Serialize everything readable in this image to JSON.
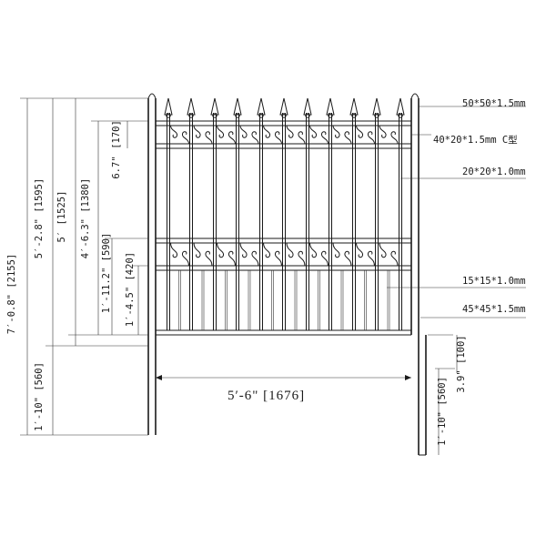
{
  "diagram": {
    "panel_width": "5′-6\"  [1676]",
    "post_main": "50*50*1.5mm",
    "rail": "40*20*1.5mm  C型",
    "picket": "20*20*1.0mm",
    "short_picket": "15*15*1.0mm",
    "post_side": "45*45*1.5mm",
    "dim_total": "7′-0.8\" [2155]",
    "dim_post_above": "5′-2.8\" [1595]",
    "dim_panel": "5′ [1525]",
    "dim_picket_span": "4′-6.3\" [1380]",
    "dim_top_rail": "[170]",
    "dim_mid_span": "6.7\"",
    "dim_lower_rail": "1′-11.2\" [590]",
    "dim_bottom_rail": "1′-4.5\" [420]",
    "dim_embed": "1′-10\" [560]",
    "dim_side_embed": "1′-10\" [560]",
    "dim_side_gap": "3.9\" [100]"
  }
}
